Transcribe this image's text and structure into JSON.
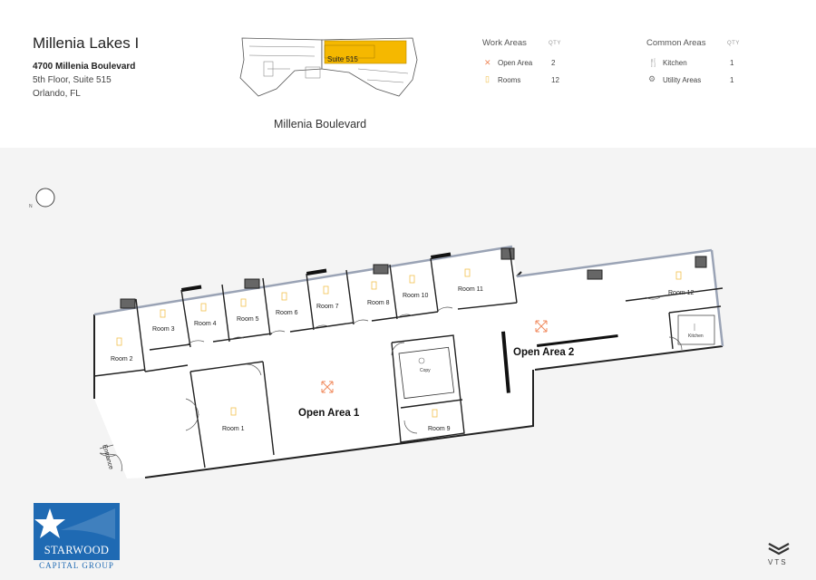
{
  "building": {
    "name": "Millenia Lakes I",
    "address_line1": "4700 Millenia Boulevard",
    "address_line2": "5th Floor, Suite 515",
    "address_line3": "Orlando, FL"
  },
  "keymap": {
    "suite_label": "Suite 515",
    "street": "Millenia Boulevard",
    "highlight_color": "#f5b800"
  },
  "legend": {
    "work_areas": {
      "heading": "Work Areas",
      "qty_label": "QTY",
      "items": [
        {
          "label": "Open Area",
          "qty": "2",
          "icon": "open-area-arrows-icon"
        },
        {
          "label": "Rooms",
          "qty": "12",
          "icon": "room-door-icon"
        }
      ]
    },
    "common_areas": {
      "heading": "Common Areas",
      "qty_label": "QTY",
      "items": [
        {
          "label": "Kitchen",
          "qty": "1",
          "icon": "fork-knife-icon"
        },
        {
          "label": "Utility Areas",
          "qty": "1",
          "icon": "gear-icon"
        }
      ]
    }
  },
  "floorplan": {
    "rooms": [
      "Room 1",
      "Room 2",
      "Room 3",
      "Room 4",
      "Room 5",
      "Room 6",
      "Room 7",
      "Room 8",
      "Room 9",
      "Room 10",
      "Room 11",
      "Room 12"
    ],
    "open_areas": [
      "Open Area 1",
      "Open Area 2"
    ],
    "kitchen": "Kitchen",
    "copy": "Copy",
    "entrance": "Entrance",
    "compass_letter": "N",
    "open_area_icon_color": "#f08a5d",
    "room_icon_color": "#f2c14e"
  },
  "branding": {
    "landlord_name": "STARWOOD",
    "landlord_sub": "CAPITAL GROUP",
    "landlord_color": "#1f6ab3",
    "platform": "VTS"
  }
}
